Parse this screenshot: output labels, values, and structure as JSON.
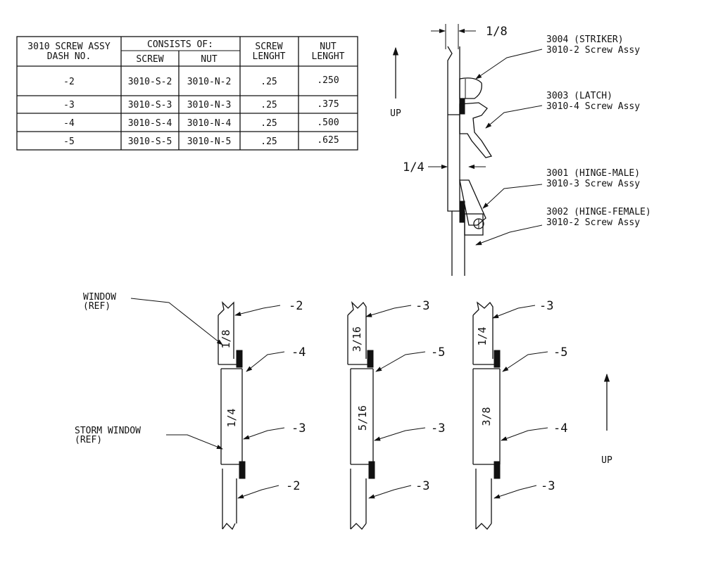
{
  "table": {
    "header_assy": [
      "3010 SCREW ASSY",
      "DASH NO."
    ],
    "header_consists": "CONSISTS OF:",
    "header_screw": "SCREW",
    "header_nut": "NUT",
    "header_screw_length": [
      "SCREW",
      "LENGHT"
    ],
    "header_nut_length": [
      "NUT",
      "LENGHT"
    ],
    "rows": [
      {
        "dash": "-2",
        "screw": "3010-S-2",
        "nut": "3010-N-2",
        "screw_length": ".25",
        "nut_length": ".250"
      },
      {
        "dash": "-3",
        "screw": "3010-S-3",
        "nut": "3010-N-3",
        "screw_length": ".25",
        "nut_length": ".375"
      },
      {
        "dash": "-4",
        "screw": "3010-S-4",
        "nut": "3010-N-4",
        "screw_length": ".25",
        "nut_length": ".500"
      },
      {
        "dash": "-5",
        "screw": "3010-S-5",
        "nut": "3010-N-5",
        "screw_length": ".25",
        "nut_length": ".625"
      }
    ]
  },
  "top_assembly": {
    "up": "UP",
    "dim_top": "1/8",
    "dim_side": "1/4",
    "callouts": [
      {
        "part": "3004 (STRIKER)",
        "assy": "3010-2  Screw Assy"
      },
      {
        "part": "3003 (LATCH)",
        "assy": "3010-4  Screw Assy"
      },
      {
        "part": "3001 (HINGE-MALE)",
        "assy": "3010-3  Screw Assy"
      },
      {
        "part": "3002 (HINGE-FEMALE)",
        "assy": "3010-2  Screw Assy"
      }
    ]
  },
  "bottom": {
    "window_ref": [
      "WINDOW",
      "(REF)"
    ],
    "storm_window_ref": [
      "STORM WINDOW",
      "(REF)"
    ],
    "up": "UP",
    "sections": [
      {
        "top_dim": "1/8",
        "mid_dim": "1/4",
        "dashes": [
          "-2",
          "-4",
          "-3",
          "-2"
        ]
      },
      {
        "top_dim": "3/16",
        "mid_dim": "5/16",
        "dashes": [
          "-3",
          "-5",
          "-3",
          "-3"
        ]
      },
      {
        "top_dim": "1/4",
        "mid_dim": "3/8",
        "dashes": [
          "-3",
          "-5",
          "-4",
          "-3"
        ]
      }
    ]
  }
}
